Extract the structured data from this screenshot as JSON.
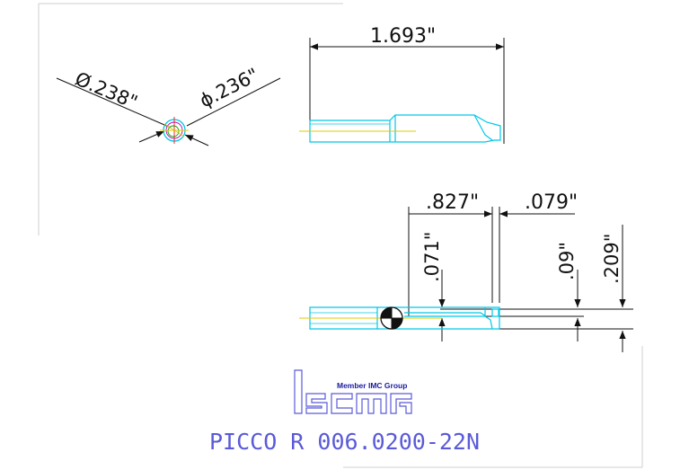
{
  "dimensions": {
    "overall_length": "1.693\"",
    "diameter_a": "Ø.238\"",
    "diameter_b": "ϕ.236\"",
    "length_827": ".827\"",
    "length_079": ".079\"",
    "height_071": ".071\"",
    "height_09": ".09\"",
    "height_209": ".209\""
  },
  "branding": {
    "tagline": "Member IMC Group",
    "logo_name": "ISCAR",
    "part_number": "PICCO R 006.0200-22N"
  },
  "colors": {
    "outline": "#00c8e6",
    "centerline": "#e6c800",
    "dimension": "#111111",
    "logo": "#5a5ad8",
    "tagline": "#1a1aa0",
    "part_number": "#5a5ad8"
  }
}
